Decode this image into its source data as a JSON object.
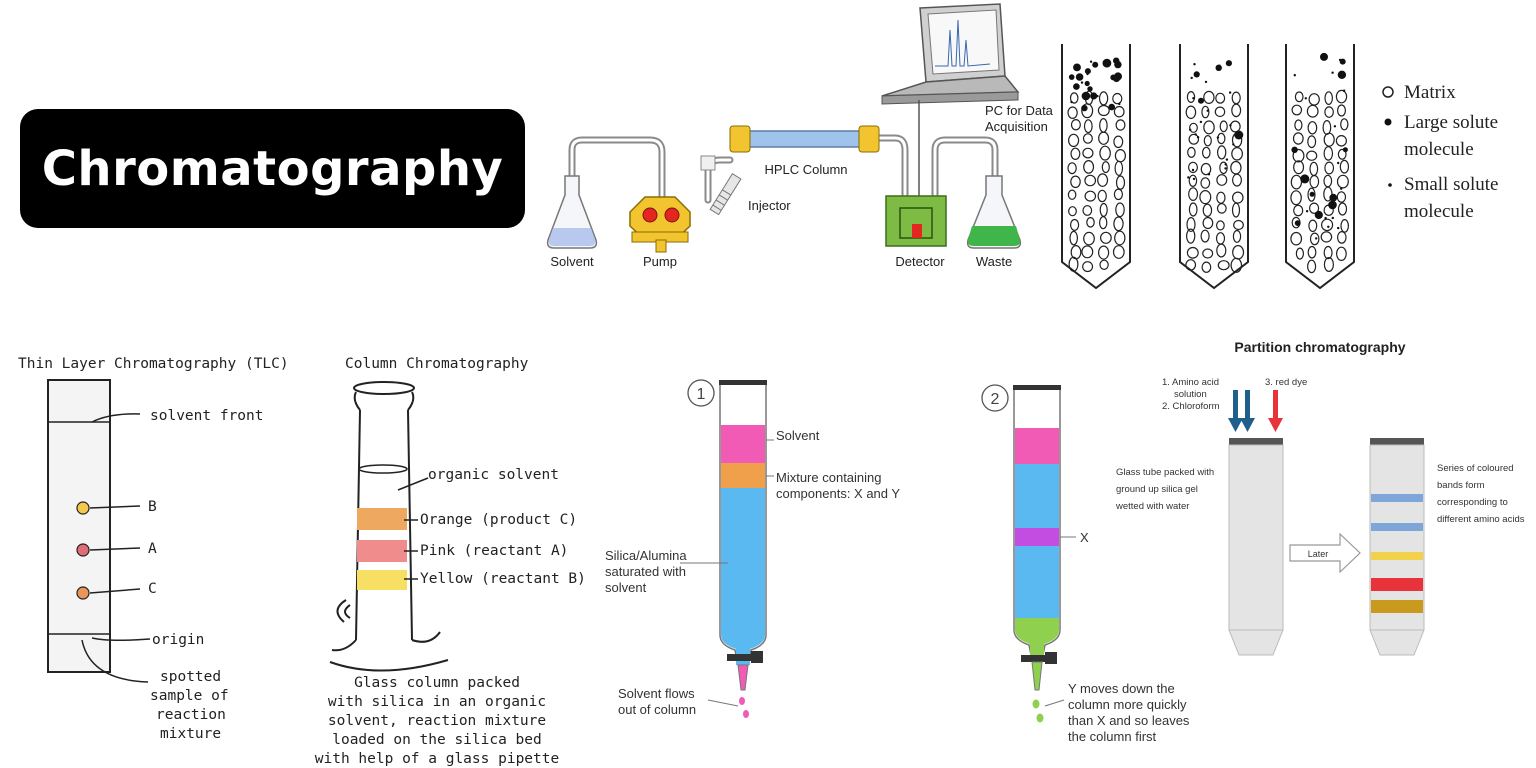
{
  "title": "Chromatography",
  "hplc": {
    "labels": {
      "solvent": "Solvent",
      "pump": "Pump",
      "injector": "Injector",
      "column": "HPLC Column",
      "pc_line1": "PC for Data",
      "pc_line2": "Acquisition",
      "detector": "Detector",
      "waste": "Waste"
    },
    "colors": {
      "solvent": "#b9c8ee",
      "pump": "#f2c530",
      "column": "#9fc3ea",
      "detector": "#7dbb45",
      "waste": "#3fb54a"
    }
  },
  "size_exclusion": {
    "legend": [
      {
        "symbol": "circle-outline",
        "line1": "Matrix",
        "line2": ""
      },
      {
        "symbol": "large-dot",
        "line1": "Large solute",
        "line2": "molecule"
      },
      {
        "symbol": "small-dot",
        "line1": "Small solute",
        "line2": "molecule"
      }
    ]
  },
  "tlc": {
    "title": "Thin Layer Chromatography (TLC)",
    "spots": [
      "B",
      "A",
      "C"
    ],
    "spot_colors": [
      "#f2c94c",
      "#e06c75",
      "#e8965a"
    ],
    "solvent_front": "solvent front",
    "origin": "origin",
    "spotted_lines": [
      "spotted",
      "sample of",
      "reaction",
      "mixture"
    ]
  },
  "column": {
    "title": "Column Chromatography",
    "bands": [
      {
        "label": "organic solvent",
        "color": "#ffffff"
      },
      {
        "label": "Orange (product C)",
        "color": "#eea860"
      },
      {
        "label": "Pink (reactant A)",
        "color": "#f08c8c"
      },
      {
        "label": "Yellow (reactant B)",
        "color": "#f6df63"
      }
    ],
    "caption": [
      "Glass column packed",
      "with silica in an organic",
      "solvent, reaction mixture",
      "loaded on the silica bed",
      "with help of a glass pipette"
    ]
  },
  "step1": {
    "number": "1",
    "solvent": "Solvent",
    "mixture_line1": "Mixture containing",
    "mixture_line2": "components: X and Y",
    "silica_lines": [
      "Silica/Alumina",
      "saturated with",
      "solvent"
    ],
    "flow_lines": [
      "Solvent flows",
      "out of column"
    ],
    "colors": {
      "solvent_band": "#f25bb5",
      "mixture_band": "#f0a04b",
      "column": "#5bb9f2",
      "drop": "#f25bb5"
    }
  },
  "step2": {
    "number": "2",
    "x_label": "X",
    "y_lines": [
      "Y moves down the",
      "column more quickly",
      "than X and so leaves",
      "the column first"
    ],
    "colors": {
      "solvent_band": "#f25bb5",
      "x_band": "#c34de0",
      "column": "#5bb9f2",
      "y_fluid": "#8fd14f"
    }
  },
  "partition": {
    "title": "Partition chromatography",
    "inputs": [
      "1. Amino acid",
      "solution",
      "2. Chloroform"
    ],
    "red_dye": "3. red dye",
    "tube_lines": [
      "Glass tube packed with",
      "ground up silica gel",
      "wetted with water"
    ],
    "later": "Later",
    "bands_lines": [
      "Series of coloured",
      "bands form",
      "corresponding to",
      "different amino acids"
    ],
    "band_colors": [
      "#7ea6d8",
      "#7ea6d8",
      "#f2d24a",
      "#e8333a",
      "#c99a1e"
    ],
    "arrow_colors": {
      "blue": "#1f5f8b",
      "red": "#e8333a"
    }
  }
}
